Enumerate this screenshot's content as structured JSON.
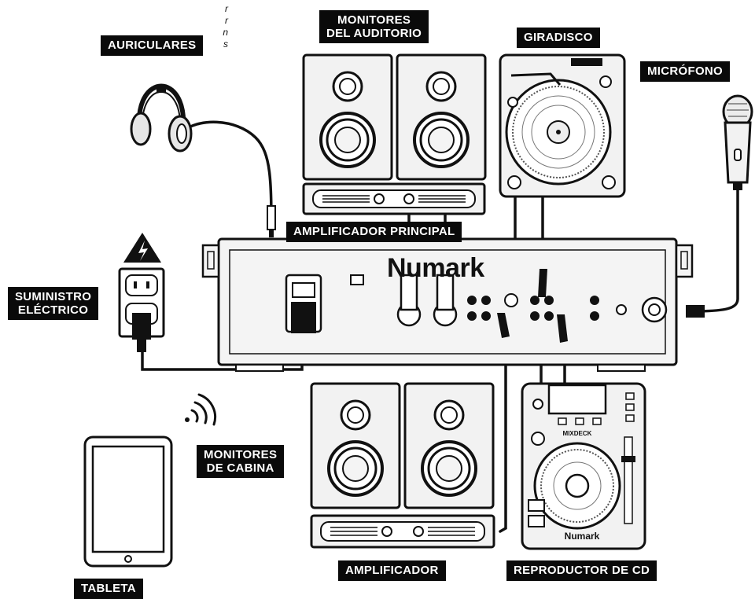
{
  "corner_text": [
    "r",
    "r",
    "n",
    "s"
  ],
  "labels": {
    "headphones": "AURICULARES",
    "booth_monitors_top_1": "MONITORES",
    "booth_monitors_top_2": "DEL AUDITORIO",
    "turntable": "GIRADISCO",
    "microphone": "MICRÓFONO",
    "main_amp": "AMPLIFICADOR PRINCIPAL",
    "power_1": "SUMINISTRO",
    "power_2": "ELÉCTRICO",
    "booth_monitors_bottom_1": "MONITORES",
    "booth_monitors_bottom_2": "DE CABINA",
    "amplifier": "AMPLIFICADOR",
    "cd_player": "REPRODUCTOR DE CD",
    "tablet": "TABLETA"
  },
  "devices": {
    "mixer_brand": "Numark",
    "cd_brand": "Numark",
    "cd_model": "MIXDECK"
  },
  "colors": {
    "ink": "#0a0a0a",
    "device_fill": "#f2f2f2",
    "label_bg": "#0a0a0a",
    "label_text": "#ffffff"
  },
  "icons": [
    "headphones-icon",
    "speaker-icon",
    "turntable-icon",
    "microphone-icon",
    "power-outlet-icon",
    "warning-icon",
    "wifi-icon",
    "tablet-icon",
    "cd-player-icon",
    "amplifier-icon",
    "mixer-icon"
  ]
}
